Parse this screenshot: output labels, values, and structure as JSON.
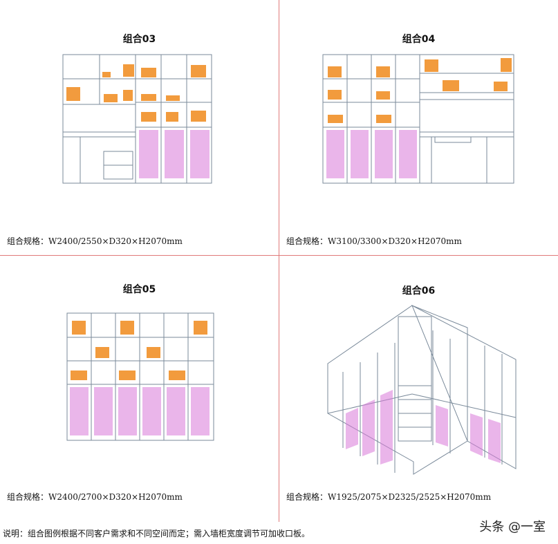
{
  "panels": [
    {
      "title": "组合03",
      "spec": "组合规格：W2400/2550×D320×H2070mm"
    },
    {
      "title": "组合04",
      "spec": "组合规格：W3100/3300×D320×H2070mm"
    },
    {
      "title": "组合05",
      "spec": "组合规格：W2400/2700×D320×H2070mm"
    },
    {
      "title": "组合06",
      "spec": "组合规格：W1925/2075×D2325/2525×H2070mm"
    }
  ],
  "footer": {
    "note": "说明：组合图例根据不同客户需求和不同空间而定；需入墙柜宽度调节可加收口板。",
    "watermark": "头条 @一室"
  },
  "colors": {
    "line": "#7a8a9a",
    "books": "#f08a1c",
    "louver": "#d97ad9",
    "divider": "#e07a7a"
  }
}
